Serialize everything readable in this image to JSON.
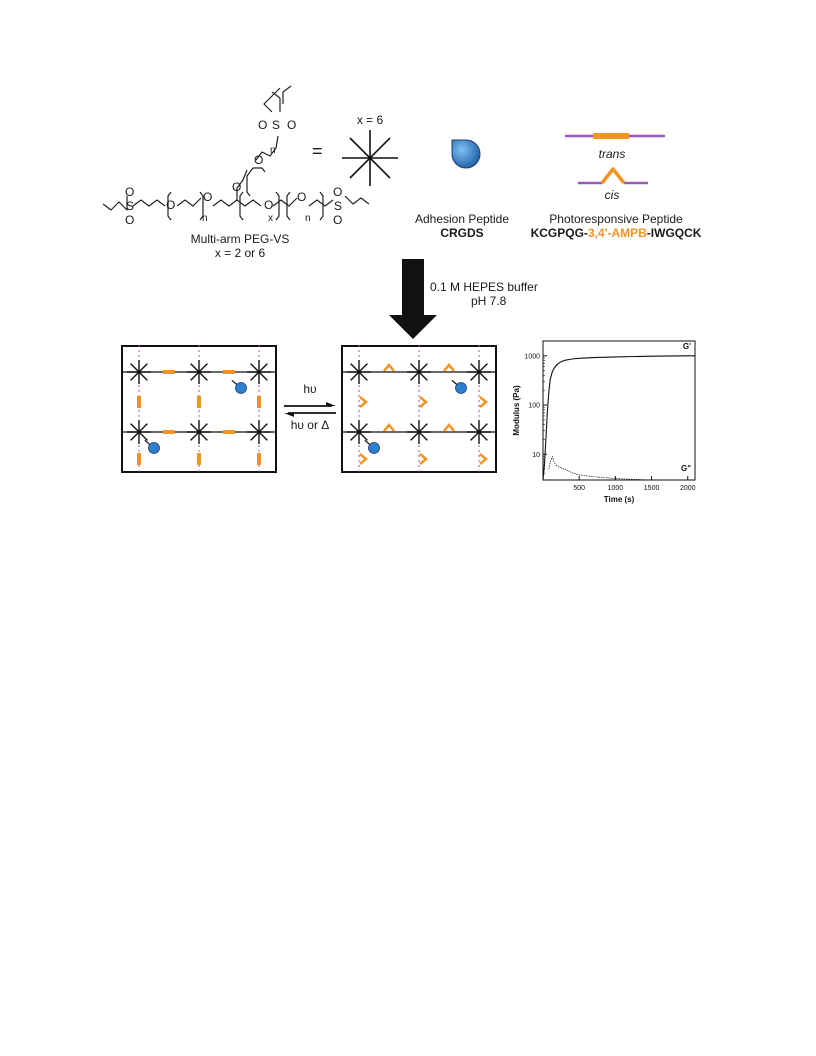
{
  "peg": {
    "name": "Multi-arm PEG-VS",
    "x_values": "x = 2 or 6",
    "o": "O",
    "s": "S",
    "subscript_n": "n",
    "subscript_x": "x",
    "equals": "=",
    "star_label": "x = 6"
  },
  "adhesion": {
    "label": "Adhesion Peptide",
    "sequence": "CRGDS"
  },
  "photo": {
    "label": "Photoresponsive Peptide",
    "seq_part1": "KCGPQG-",
    "seq_part2": "3,4'-AMPB",
    "seq_part3": "-IWGQCK",
    "trans": "trans",
    "cis": "cis"
  },
  "buffer": {
    "line1": "0.1 M HEPES buffer",
    "line2": "pH 7.8"
  },
  "arrows": {
    "forward": "hυ",
    "reverse": "hυ or Δ"
  },
  "colors": {
    "orange": "#F39422",
    "purple": "#9B59B6",
    "blue": "#2F7FCF"
  },
  "chart_data": {
    "type": "line",
    "xlabel": "Time (s)",
    "ylabel": "Modulus (Pa)",
    "xlim": [
      0,
      2100
    ],
    "ylim": [
      3,
      2000
    ],
    "yscale": "log",
    "xticks": [
      500,
      1000,
      1500,
      2000
    ],
    "yticks": [
      10,
      100,
      1000
    ],
    "series": [
      {
        "name": "G'",
        "x": [
          0,
          20,
          40,
          60,
          80,
          100,
          130,
          160,
          200,
          250,
          300,
          400,
          500,
          700,
          1000,
          1500,
          2000,
          2100
        ],
        "y": [
          3,
          6,
          20,
          70,
          180,
          330,
          480,
          580,
          680,
          760,
          810,
          860,
          890,
          920,
          950,
          980,
          1000,
          1000
        ]
      },
      {
        "name": "G\"",
        "x": [
          80,
          100,
          130,
          150,
          180,
          220,
          300,
          400,
          500,
          700,
          1000,
          1500,
          2000,
          2100
        ],
        "y": [
          5,
          7,
          9,
          7,
          6,
          5.5,
          5,
          4.2,
          3.8,
          3.5,
          3.2,
          3,
          3,
          3
        ]
      }
    ]
  }
}
